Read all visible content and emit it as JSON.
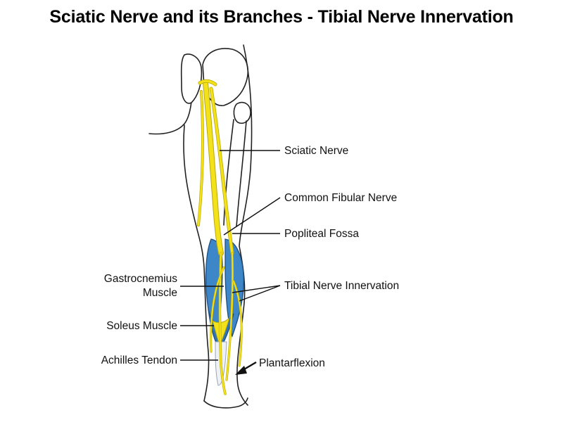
{
  "title": "Sciatic Nerve and its Branches - Tibial Nerve Innervation",
  "labels": {
    "sciatic_nerve": "Sciatic Nerve",
    "common_fibular_nerve": "Common Fibular Nerve",
    "popliteal_fossa": "Popliteal Fossa",
    "gastrocnemius_line1": "Gastrocnemius",
    "gastrocnemius_line2": "Muscle",
    "tibial_nerve_innervation": "Tibial Nerve Innervation",
    "soleus_muscle": "Soleus Muscle",
    "achilles_tendon": "Achilles Tendon",
    "plantarflexion": "Plantarflexion"
  },
  "colors": {
    "nerve": "#f3e21a",
    "muscle": "#3d86c8",
    "tendon": "#eef2f6",
    "outline": "#222222"
  }
}
